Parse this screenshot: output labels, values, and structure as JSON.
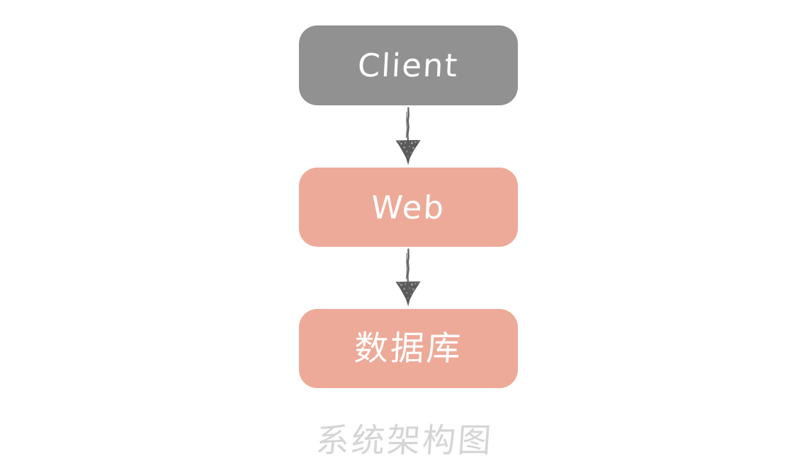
{
  "diagram": {
    "caption": "系统架构图",
    "background_color": "#FFFFFF",
    "nodes": [
      {
        "id": "client",
        "label": "Client",
        "fill_color": "#919191",
        "text_color": "#FFFFFF"
      },
      {
        "id": "web",
        "label": "Web",
        "fill_color": "#EDAA98",
        "text_color": "#FFFFFF"
      },
      {
        "id": "database",
        "label": "数据库",
        "fill_color": "#EDAA98",
        "text_color": "#FFFFFF"
      }
    ],
    "edges": [
      {
        "id": "client-to-web",
        "from": "client",
        "to": "web",
        "label": "",
        "color": "#5A5A5A",
        "style": "hand-drawn-arrow"
      },
      {
        "id": "web-to-database",
        "from": "web",
        "to": "database",
        "label": "",
        "color": "#5A5A5A",
        "style": "hand-drawn-arrow"
      }
    ],
    "caption_color": "#D5D5D5"
  }
}
